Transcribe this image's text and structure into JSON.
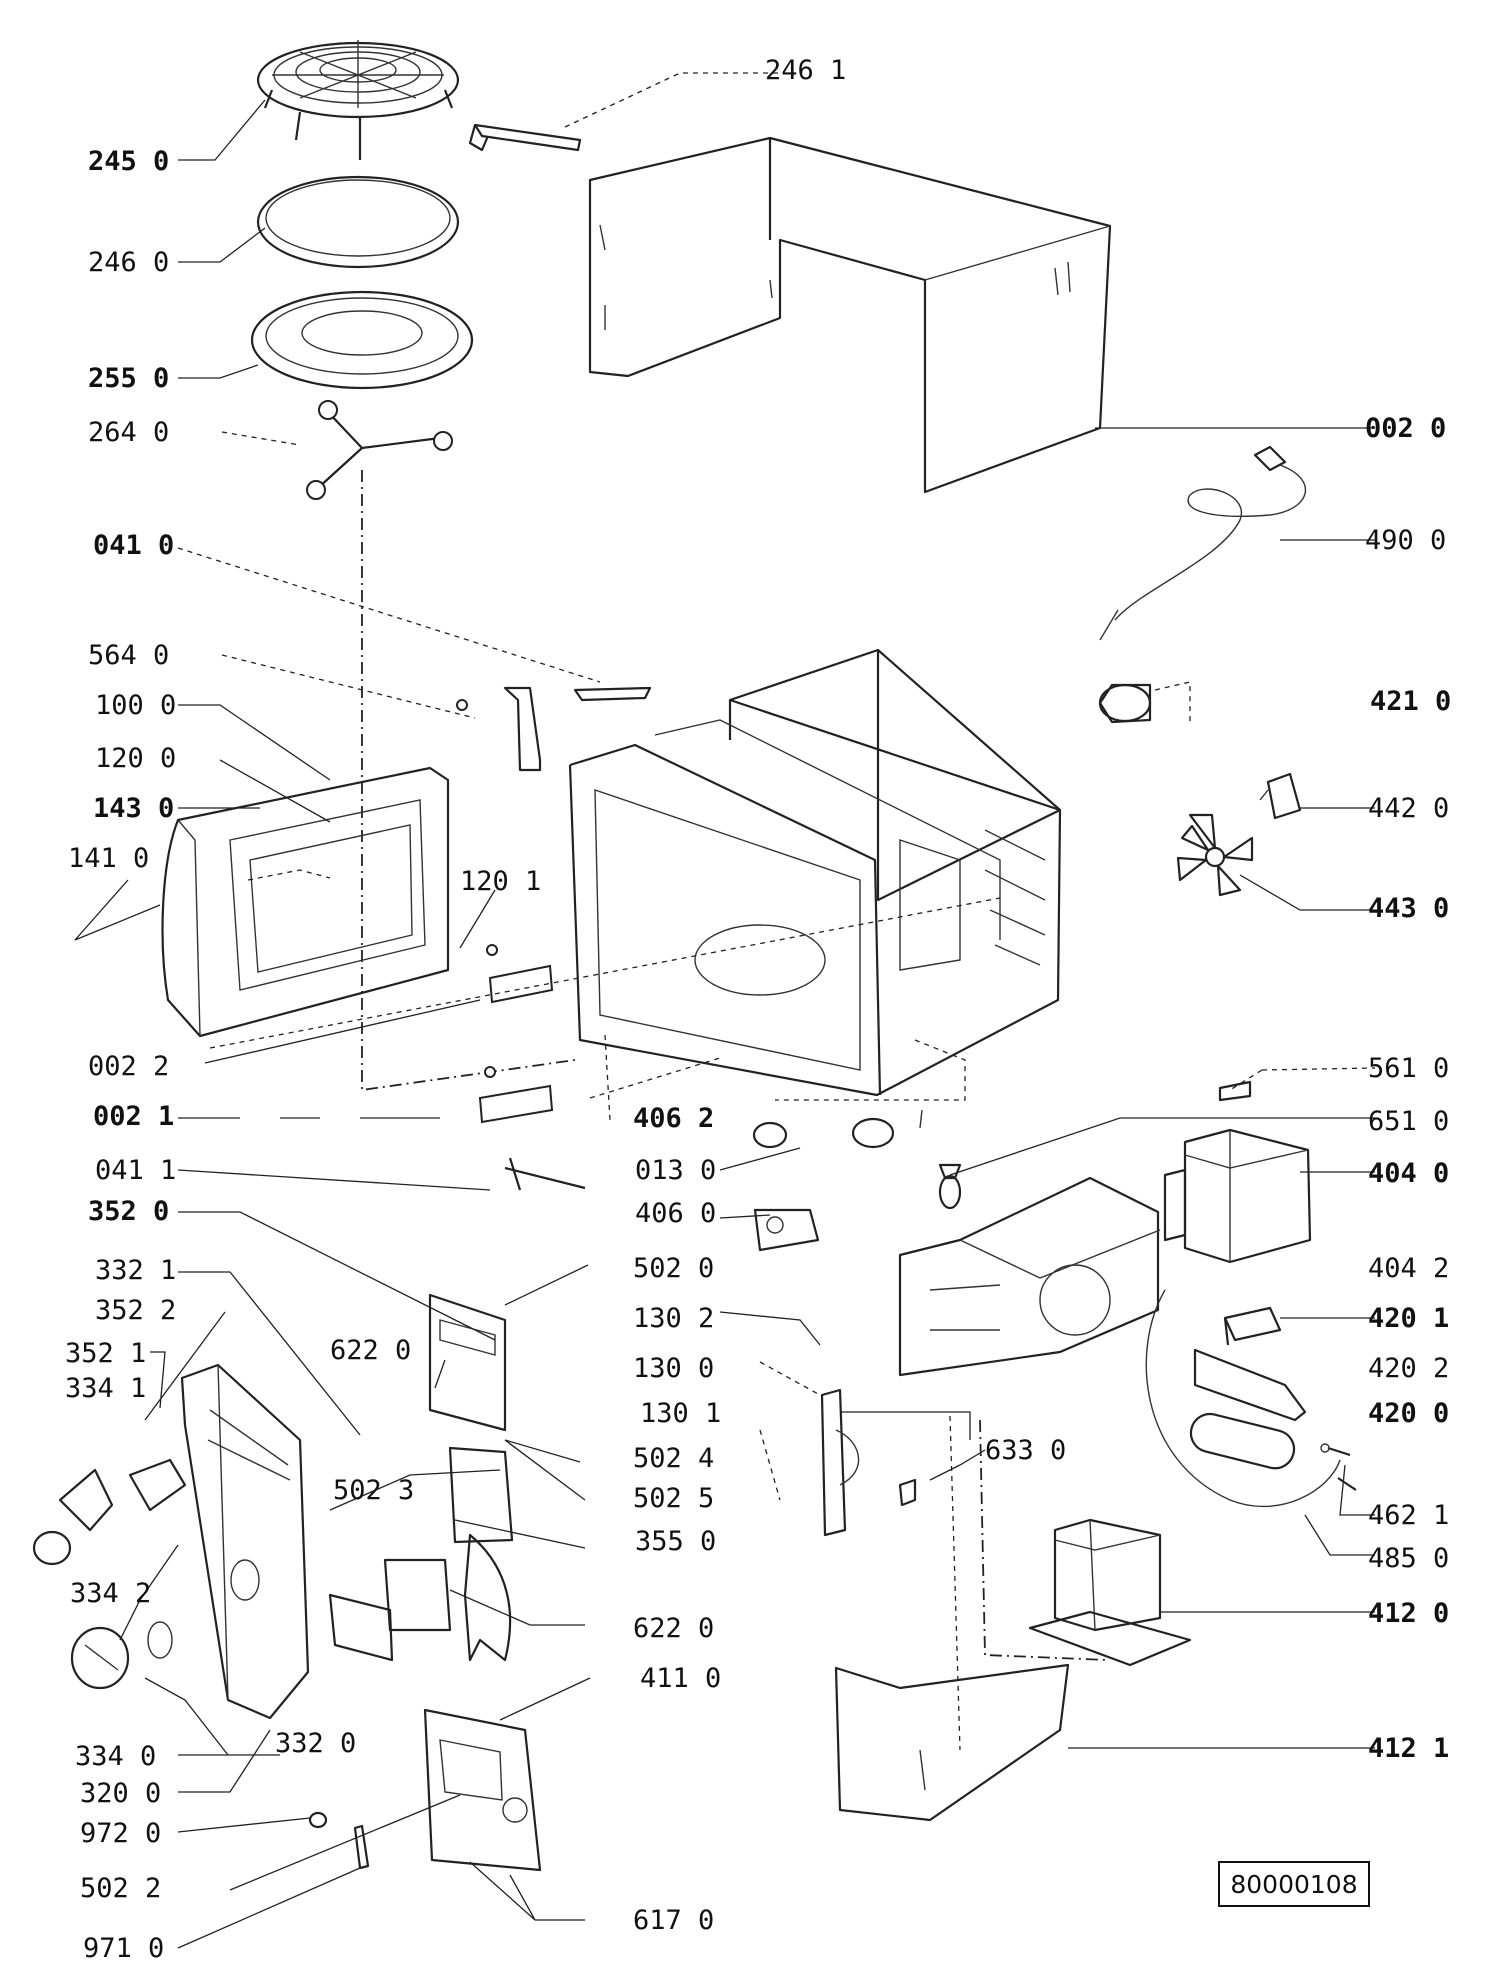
{
  "drawing_number": "80000108",
  "labels": {
    "l2461": "246 1",
    "l2450": "245 0",
    "l2460": "246 0",
    "l2550": "255 0",
    "l2640": "264 0",
    "l0020": "002 0",
    "l0410": "041 0",
    "l4900": "490 0",
    "l5640": "564 0",
    "l1000": "100 0",
    "l4210": "421 0",
    "l1200": "120 0",
    "l1430": "143 0",
    "l4420": "442 0",
    "l1410": "141 0",
    "l1201": "120 1",
    "l4430": "443 0",
    "l0022": "002 2",
    "l5610": "561 0",
    "l0021": "002 1",
    "l4062": "406 2",
    "l6510": "651 0",
    "l0411": "041 1",
    "l0130": "013 0",
    "l4040": "404 0",
    "l3520": "352 0",
    "l4060": "406 0",
    "l3321": "332 1",
    "l5020": "502 0",
    "l4042": "404 2",
    "l3522": "352 2",
    "l1302": "130 2",
    "l4201": "420 1",
    "l3521": "352 1",
    "l6220a": "622 0",
    "l1300": "130 0",
    "l4202": "420 2",
    "l3341": "334 1",
    "l1301": "130 1",
    "l4200": "420 0",
    "l6330": "633 0",
    "l5024": "502 4",
    "l5023": "502 3",
    "l5025": "502 5",
    "l4621": "462 1",
    "l3342": "334 2",
    "l3550": "355 0",
    "l4850": "485 0",
    "l6220b": "622 0",
    "l4120": "412 0",
    "l4110": "411 0",
    "l3320": "332 0",
    "l4121": "412 1",
    "l3340": "334 0",
    "l3200": "320 0",
    "l9720": "972 0",
    "l5022": "502 2",
    "l6170": "617 0",
    "l9710": "971 0"
  }
}
